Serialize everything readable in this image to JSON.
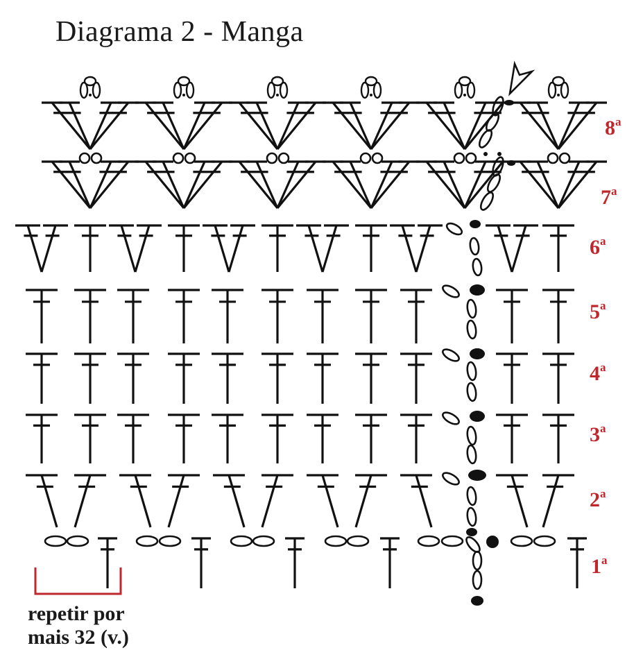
{
  "title": "Diagrama 2 - Manga",
  "row_labels": [
    {
      "num": "8",
      "sup": "a"
    },
    {
      "num": "7",
      "sup": "a"
    },
    {
      "num": "6",
      "sup": "a"
    },
    {
      "num": "5",
      "sup": "a"
    },
    {
      "num": "4",
      "sup": "a"
    },
    {
      "num": "3",
      "sup": "a"
    },
    {
      "num": "2",
      "sup": "a"
    },
    {
      "num": "1",
      "sup": "a"
    }
  ],
  "note": {
    "line1": "repetir por",
    "line2": "mais 32 (v.)"
  },
  "colors": {
    "ink": "#111111",
    "accent": "#c0272d"
  }
}
